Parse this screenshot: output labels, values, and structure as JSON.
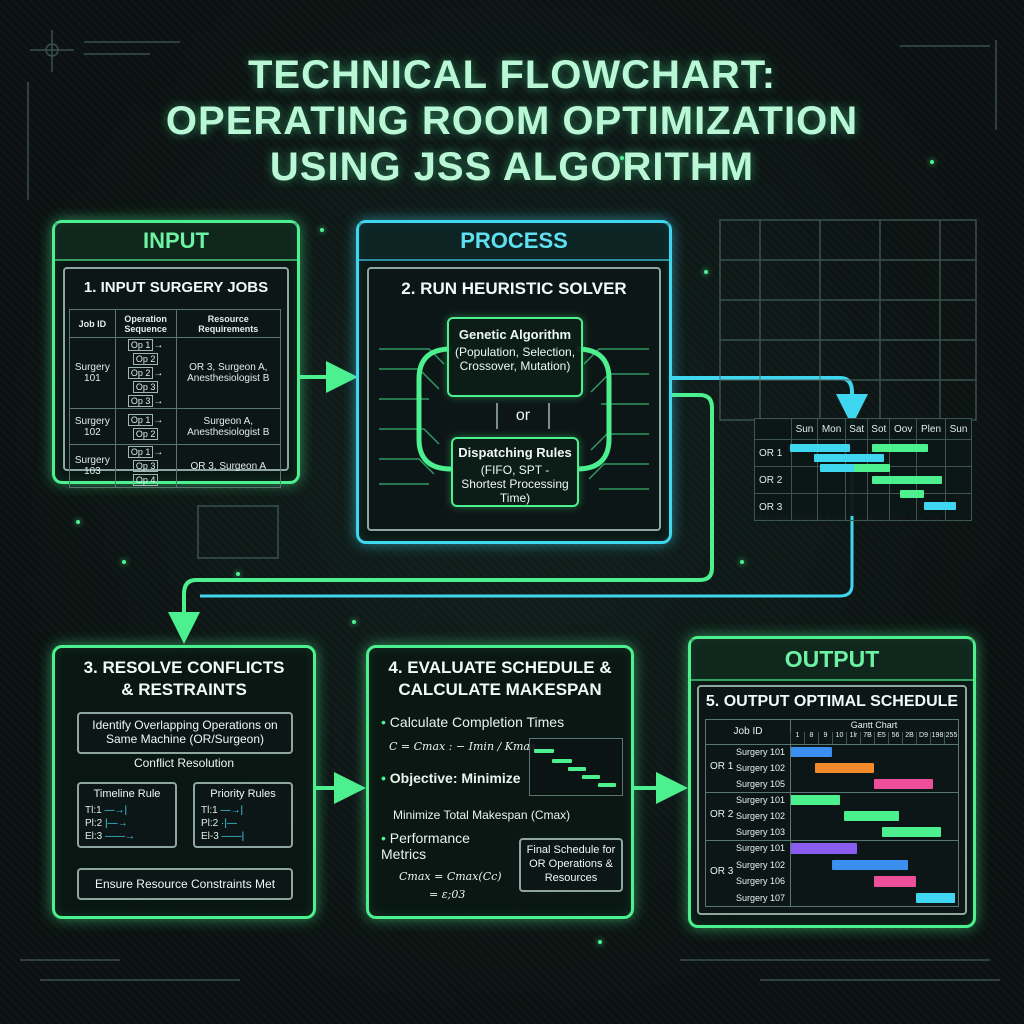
{
  "title": {
    "line1": "TECHNICAL FLOWCHART:",
    "line2": "OPERATING ROOM OPTIMIZATION",
    "line3": "USING JSS ALGORITHM"
  },
  "input": {
    "header": "INPUT",
    "heading": "1. INPUT SURGERY JOBS",
    "columns": [
      "Job ID",
      "Operation Sequence",
      "Resource Requirements"
    ],
    "rows": [
      {
        "job": "Surgery 101",
        "ops": [
          "Op 1",
          "Op 2",
          "Op 2",
          "Op 3",
          "Op 3"
        ],
        "res": "OR 3, Surgeon A, Anesthesiologist B"
      },
      {
        "job": "Surgery 102",
        "ops": [
          "Op 1",
          "Op 2"
        ],
        "res": "Surgeon A, Anesthesiologist B"
      },
      {
        "job": "Surgery 103",
        "ops": [
          "Op 1",
          "Op 3",
          "Op 4"
        ],
        "res": "OR 3, Surgeon A"
      }
    ]
  },
  "process": {
    "header": "PROCESS",
    "heading": "2. RUN HEURISTIC SOLVER",
    "ga": {
      "title": "Genetic Algorithm",
      "desc": "(Population, Selection, Crossover, Mutation)"
    },
    "or": "or",
    "dr": {
      "title": "Dispatching Rules",
      "desc": "(FIFO, SPT - Shortest Processing Time)"
    }
  },
  "topgantt": {
    "days": [
      "Sun",
      "Mon",
      "Sat",
      "Sot",
      "Oov",
      "Plen",
      "Sun"
    ],
    "rows": [
      "OR 1",
      "OR 2",
      "OR 3"
    ]
  },
  "resolve": {
    "heading1": "3. RESOLVE CONFLICTS",
    "heading2": "& RESTRAINTS",
    "identify": "Identify Overlapping Operations on Same Machine (OR/Surgeon)",
    "conflict": "Conflict Resolution",
    "timeline": {
      "title": "Timeline Rule",
      "rows": [
        "Tl:1",
        "Pl:2",
        "El:3"
      ]
    },
    "priority": {
      "title": "Priority Rules",
      "rows": [
        "Tl:1",
        "Pl:2",
        "El-3"
      ]
    },
    "ensure": "Ensure Resource Constraints Met"
  },
  "evaluate": {
    "heading1": "4. EVALUATE SCHEDULE &",
    "heading2": "CALCULATE MAKESPAN",
    "b1": "Calculate Completion Times",
    "f1": "C = Cmax : − Imin / Kmas",
    "b2": "Objective: Minimize",
    "b2sub": "Minimize Total Makespan (Cmax)",
    "b3": "Performance Metrics",
    "f3a": "Cmax = Cmax(Cc)",
    "f3b": "= ε;03",
    "final": "Final Schedule for OR Operations & Resources"
  },
  "output": {
    "header": "OUTPUT",
    "heading": "5. OUTPUT OPTIMAL SCHEDULE",
    "jobid": "Job ID",
    "gantt_title": "Gantt Chart",
    "ticks": [
      "1",
      "8",
      "9",
      "10",
      "1lr",
      "7B",
      "E5",
      "56",
      "2B",
      "D9",
      "198",
      "255"
    ],
    "groups": [
      {
        "or": "OR 1",
        "jobs": [
          "Surgery 101",
          "Surgery 102",
          "Surgery 105"
        ]
      },
      {
        "or": "OR 2",
        "jobs": [
          "Surgery 101",
          "Surgery 102",
          "Surgery 103"
        ]
      },
      {
        "or": "OR 3",
        "jobs": [
          "Surgery 101",
          "Surgery 102",
          "Surgery 106",
          "Surgery 107"
        ]
      }
    ]
  },
  "colors": {
    "green": "#4df08f",
    "cyan": "#3fd6ef",
    "orange": "#f08a2c",
    "pink": "#ee4f9a",
    "purple": "#8a5cf0",
    "blue": "#3b8ff0"
  }
}
